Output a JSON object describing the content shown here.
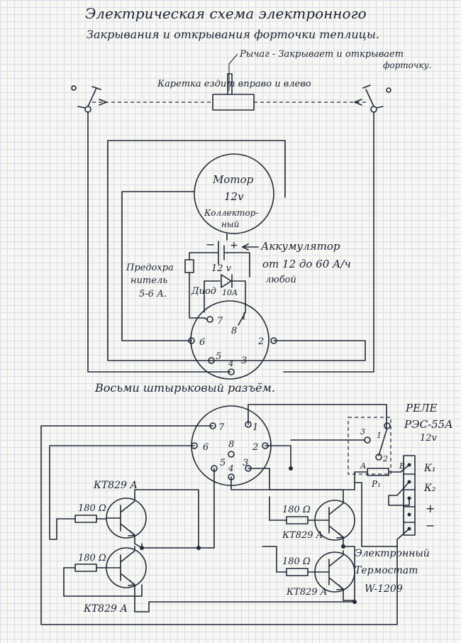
{
  "title": {
    "line1": "Электрическая схема электронного",
    "line2": "Закрывания и открывания форточки теплицы."
  },
  "lever_note": {
    "line1": "Рычаг - Закрывает и открывает",
    "line2": "форточку."
  },
  "carriage_note": "Каретка ездит вправо и влево",
  "motor": {
    "line1": "Мотор",
    "line2": "12v",
    "line3": "Коллектор-",
    "line4": "ный"
  },
  "battery": {
    "voltage": "12 v",
    "minus": "−",
    "plus": "+",
    "note_line1": "Аккумулятор",
    "note_line2": "от 12 до 60 А/ч",
    "note_line3": "любой"
  },
  "fuse": {
    "line1": "Предохра",
    "line2": "нитель",
    "line3": "5-6 А."
  },
  "diode": {
    "label": "Диод",
    "rating": "10А"
  },
  "connector_pins": [
    "1",
    "2",
    "3",
    "4",
    "5",
    "6",
    "7",
    "8"
  ],
  "connector_caption": "Восьми штырьковый разъём.",
  "relay": {
    "line1": "РЕЛЕ",
    "line2": "РЭС-55А",
    "line3": "12v",
    "pin_a": "А",
    "pin_b": "В",
    "contact_1": "1",
    "contact_2": "2",
    "contact_3": "3",
    "coil": "Р₁"
  },
  "transistors": {
    "top_left": "КТ829 А",
    "bottom_left": "КТ829 А",
    "top_right": "КТ829 А",
    "bottom_right": "КТ829 А"
  },
  "resistors": {
    "r1": "180 Ω",
    "r2": "180 Ω",
    "r3": "180 Ω",
    "r4": "180 Ω"
  },
  "thermostat": {
    "k1": "К₁",
    "k2": "К₂",
    "plus": "+",
    "minus": "−",
    "line1": "Электронный",
    "line2": "Термостат",
    "line3": "W-1209"
  },
  "colors": {
    "ink": "#222a38",
    "paper": "#f7f7f3",
    "grid": "#d9dde6"
  }
}
